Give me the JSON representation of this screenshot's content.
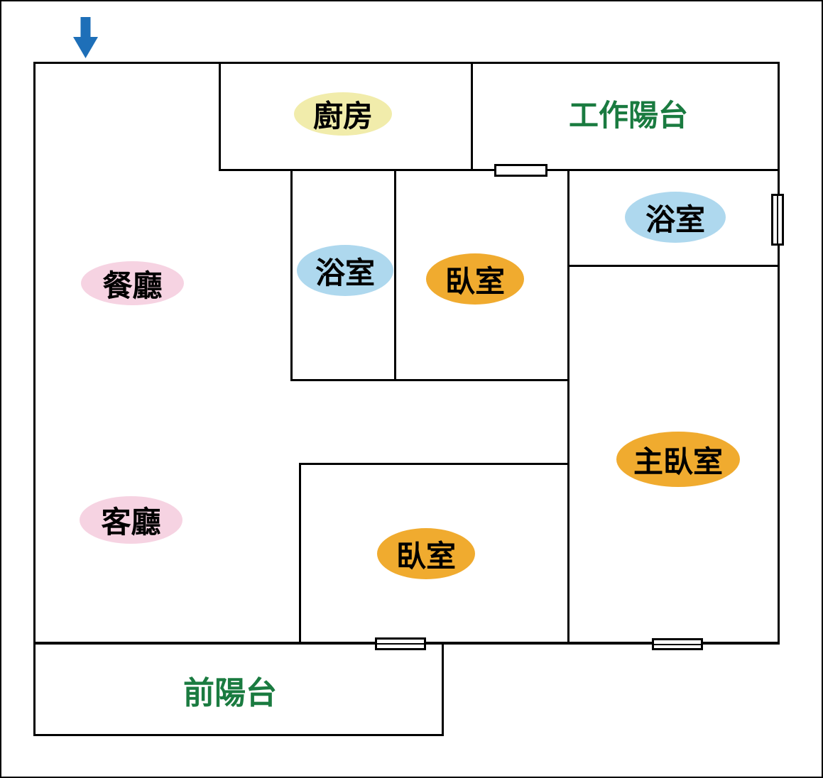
{
  "floor_plan": {
    "entrance": {
      "arrow_direction": "down",
      "arrow_color": "#1E6FB8"
    },
    "colors": {
      "wall": "#000000",
      "kitchen_bubble": "#F1ECAB",
      "bathroom_bubble": "#AED8EE",
      "bedroom_bubble": "#F0AB2F",
      "living_dining_bubble": "#F6D3E2",
      "balcony_text": "#1A7B40",
      "bubble_text": "#000000"
    },
    "rooms": {
      "kitchen": {
        "label": "廚房"
      },
      "work_balcony": {
        "label": "工作陽台"
      },
      "bathroom_right": {
        "label": "浴室"
      },
      "bathroom_middle": {
        "label": "浴室"
      },
      "bedroom_middle": {
        "label": "臥室"
      },
      "dining_room": {
        "label": "餐廳"
      },
      "living_room": {
        "label": "客廳"
      },
      "master_bedroom": {
        "label": "主臥室"
      },
      "bedroom_bottom": {
        "label": "臥室"
      },
      "front_balcony": {
        "label": "前陽台"
      }
    }
  }
}
